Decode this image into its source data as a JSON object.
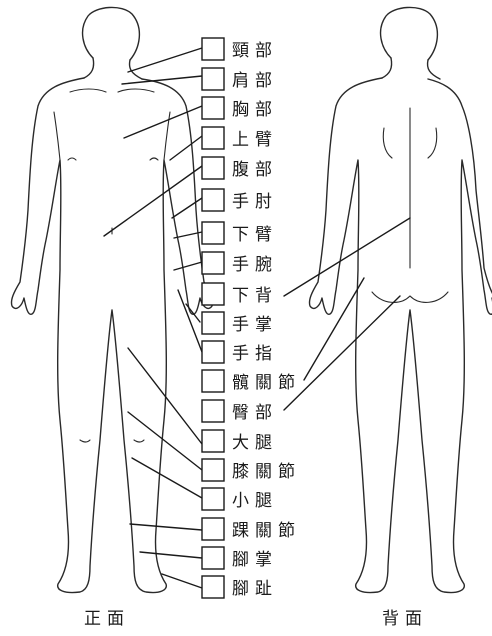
{
  "parts": [
    {
      "id": "neck",
      "label": "頸部"
    },
    {
      "id": "shoulder",
      "label": "肩部"
    },
    {
      "id": "chest",
      "label": "胸部"
    },
    {
      "id": "upper-arm",
      "label": "上臂"
    },
    {
      "id": "abdomen",
      "label": "腹部"
    },
    {
      "id": "elbow",
      "label": "手肘"
    },
    {
      "id": "forearm",
      "label": "下臂"
    },
    {
      "id": "wrist",
      "label": "手腕"
    },
    {
      "id": "back",
      "label": "下背"
    },
    {
      "id": "palm",
      "label": "手掌"
    },
    {
      "id": "finger",
      "label": "手指"
    },
    {
      "id": "hip-joint",
      "label": "髖關節"
    },
    {
      "id": "buttock",
      "label": "臀部"
    },
    {
      "id": "thigh",
      "label": "大腿"
    },
    {
      "id": "knee",
      "label": "膝關節"
    },
    {
      "id": "calf",
      "label": "小腿"
    },
    {
      "id": "ankle",
      "label": "踝關節"
    },
    {
      "id": "sole",
      "label": "腳掌"
    },
    {
      "id": "toe",
      "label": "腳趾"
    }
  ],
  "views": {
    "front": "正面",
    "back": "背面"
  }
}
